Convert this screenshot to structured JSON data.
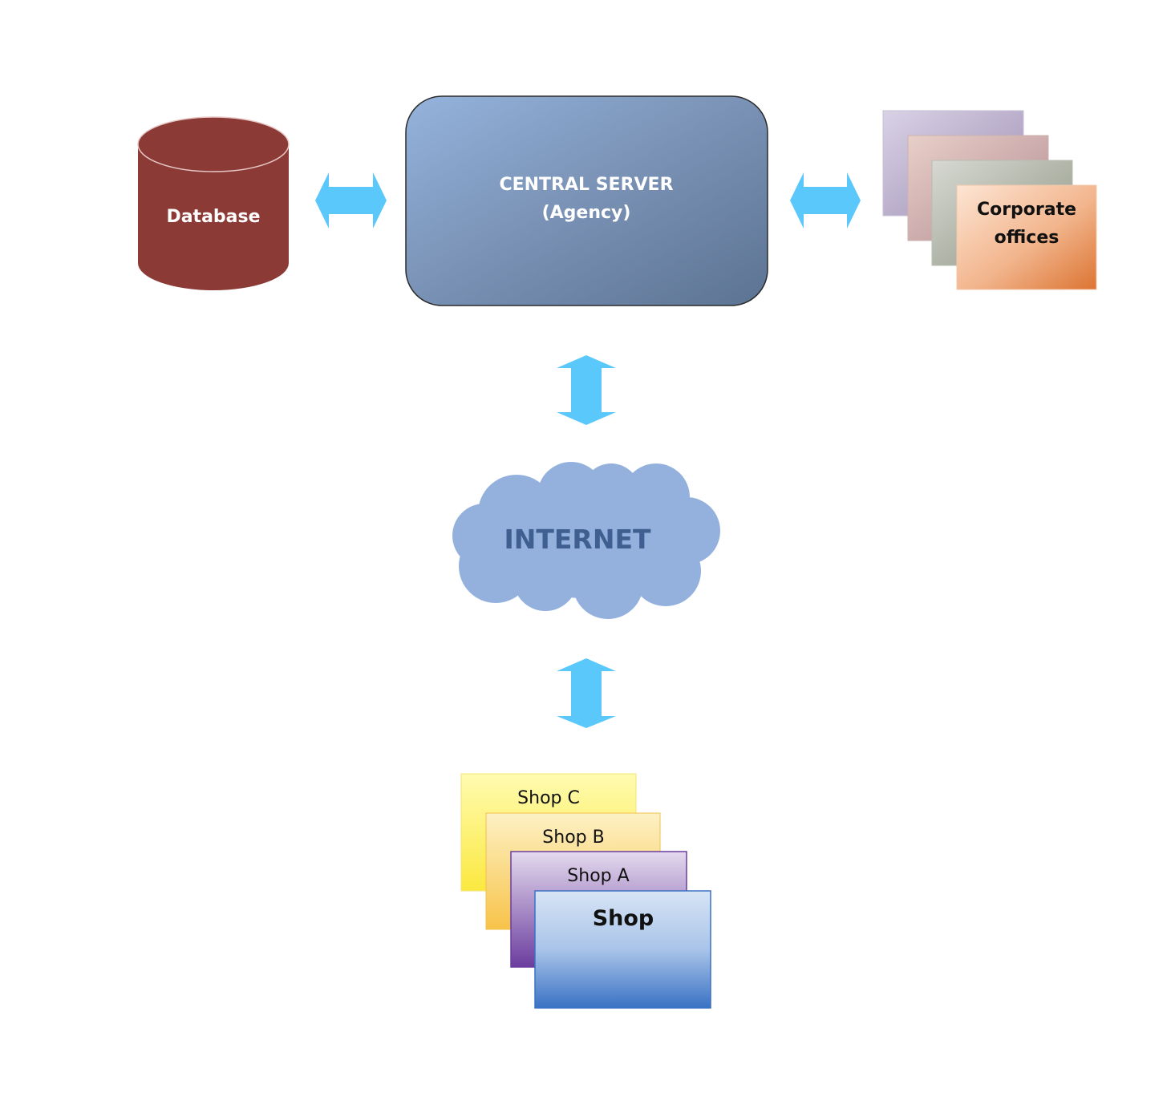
{
  "database": {
    "label": "Database"
  },
  "central_server": {
    "line1": "CENTRAL SERVER",
    "line2": "(Agency)"
  },
  "corporate": {
    "line1": "Corporate",
    "line2": "offices"
  },
  "internet": {
    "label": "INTERNET"
  },
  "shops": {
    "shop_c": "Shop C",
    "shop_b": "Shop B",
    "shop_a": "Shop A",
    "shop": "Shop"
  },
  "colors": {
    "arrow": "#5bc8fb",
    "database": "#8b3a36",
    "server_light": "#94b3dc",
    "server_dark": "#5c7393",
    "cloud": "#94b1de",
    "internet_text": "#3e5f90"
  }
}
